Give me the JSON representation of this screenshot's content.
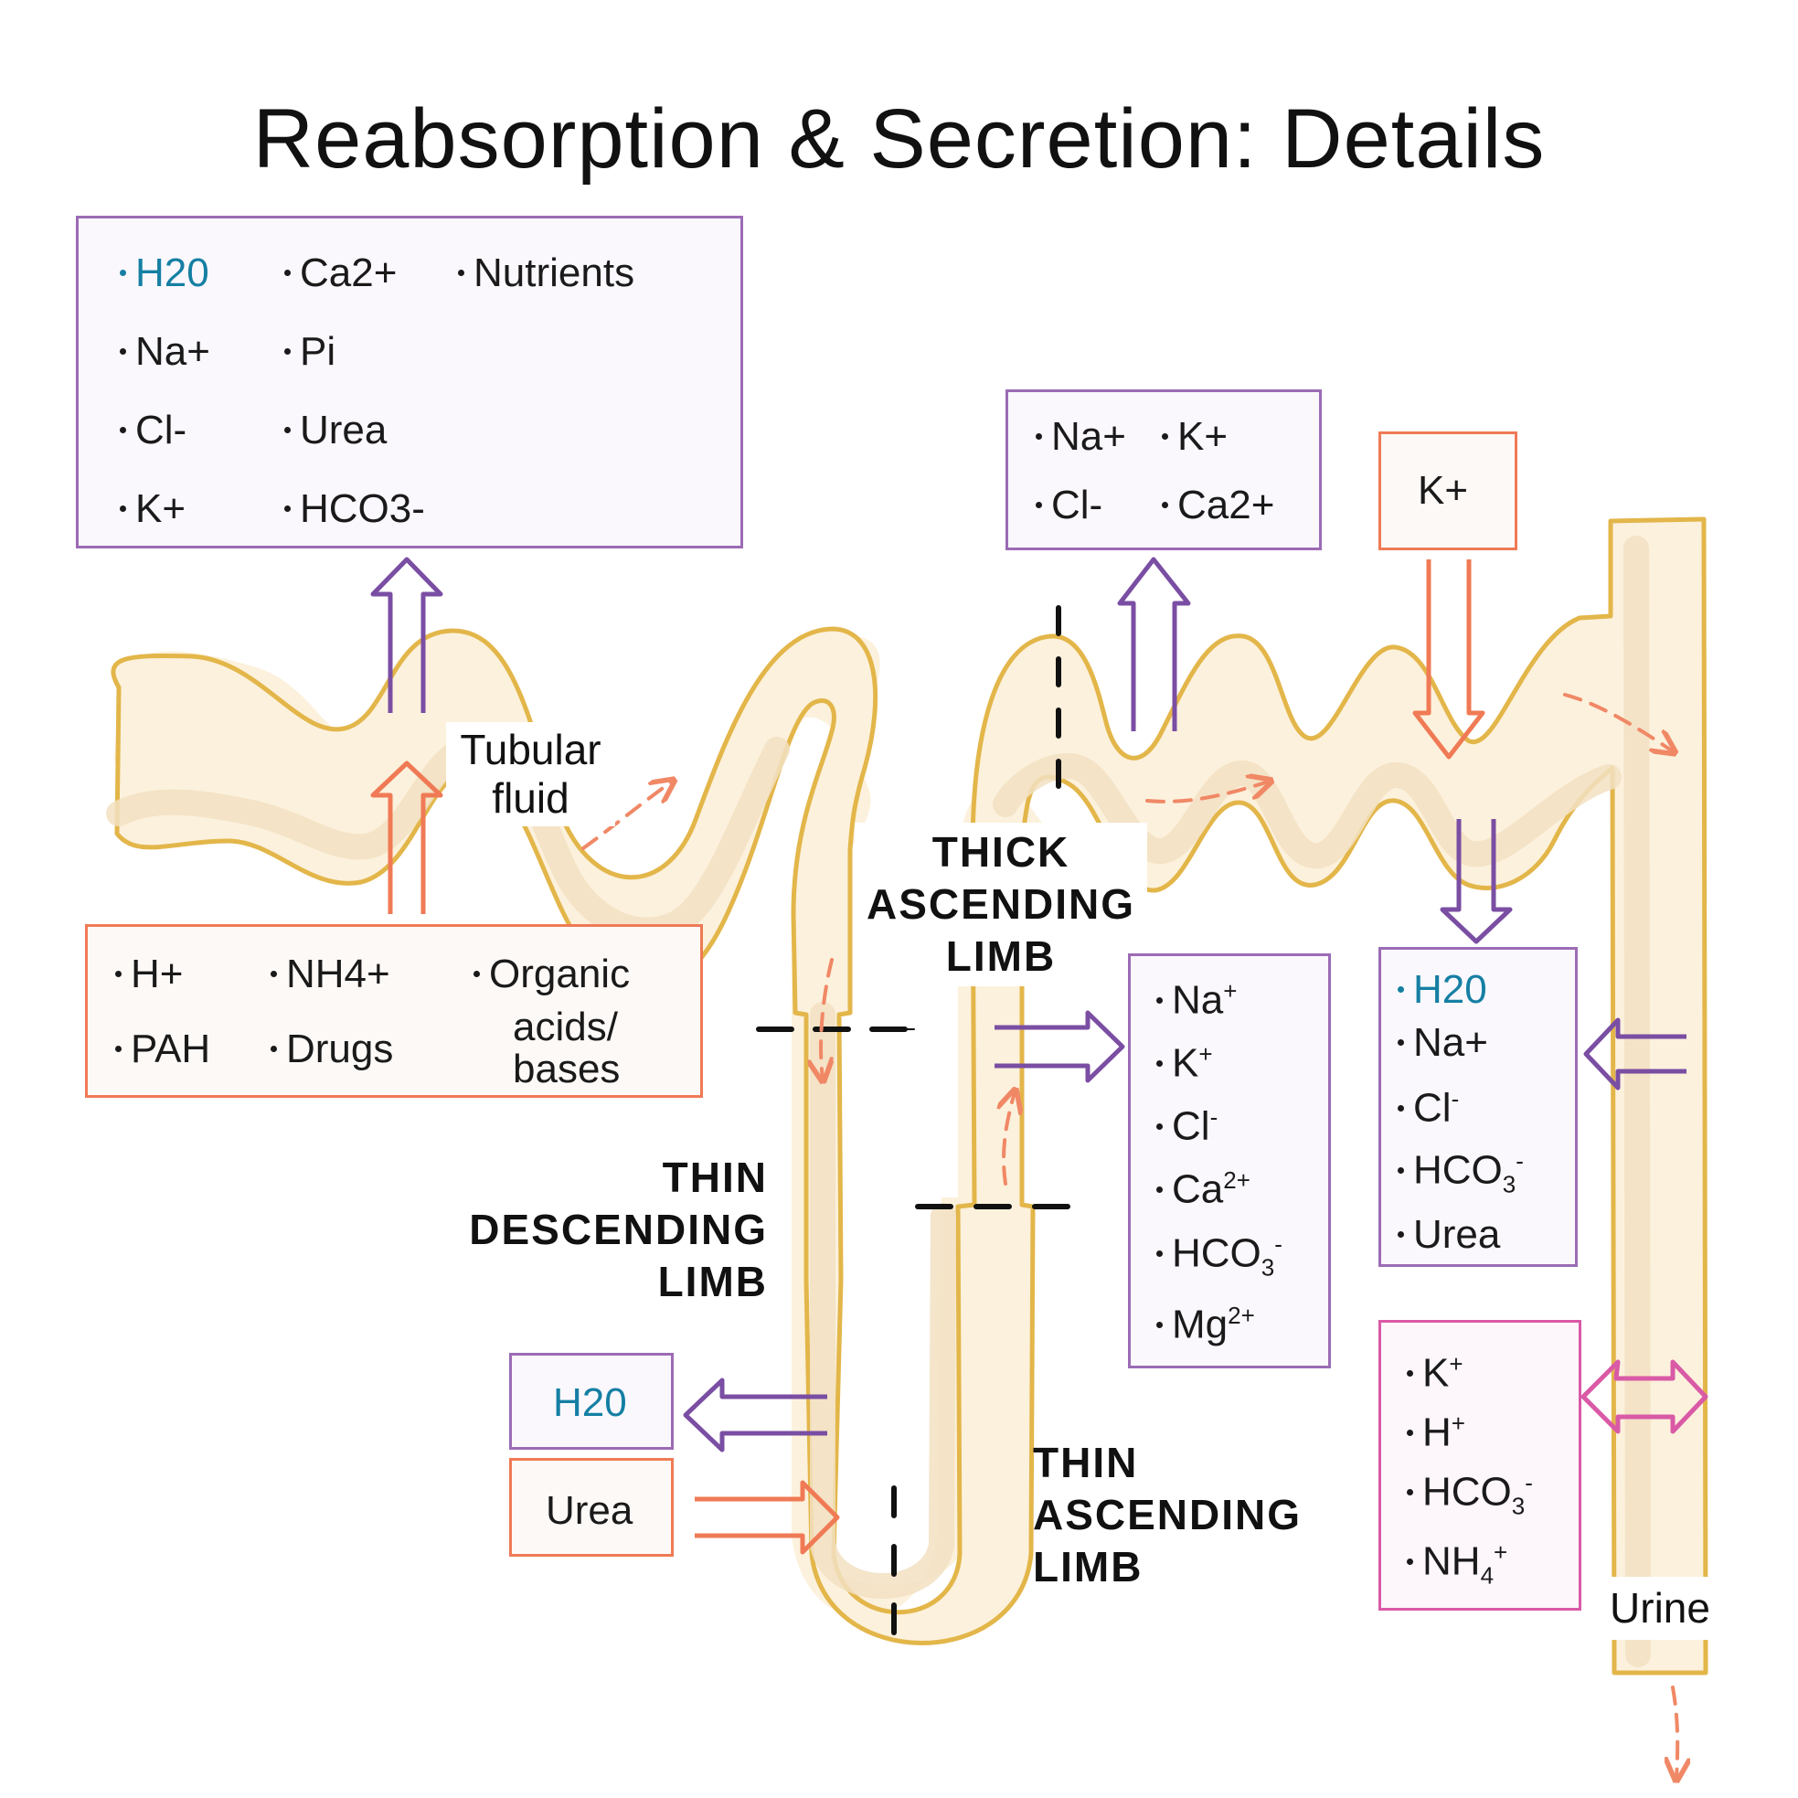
{
  "title": "Reabsorption & Secretion: Details",
  "labels": {
    "tubular_fluid": [
      "Tubular",
      "fluid"
    ],
    "urine": "Urine",
    "thick_ascending": [
      "THICK",
      "ASCENDING",
      "LIMB"
    ],
    "thin_descending": [
      "THIN",
      "DESCENDING",
      "LIMB"
    ],
    "thin_ascending": [
      "THIN",
      "ASCENDING",
      "LIMB"
    ]
  },
  "boxes": {
    "pct_reabsorb": [
      "H20",
      "Ca2+",
      "Nutrients",
      "Na+",
      "Pi",
      "Cl-",
      "Urea",
      "K+",
      "HCO3-"
    ],
    "pct_secrete": [
      "H+",
      "NH4+",
      "Organic",
      "acids/",
      "bases",
      "PAH",
      "Drugs"
    ],
    "tdl_water": "H20",
    "tdl_urea": "Urea",
    "tal_top": [
      "Na+",
      "K+",
      "Cl-",
      "Ca2+"
    ],
    "dct_secrete": "K+",
    "tal_side": {
      "na": "Na",
      "na_sup": "+",
      "k": "K",
      "k_sup": "+",
      "cl": "Cl",
      "cl_sup": "-",
      "ca": "Ca",
      "ca_sup": "2+",
      "hco": "HCO",
      "hco_sub": "3",
      "hco_sup": "-",
      "mg": "Mg",
      "mg_sup": "2+"
    },
    "cd_reabsorb": {
      "h2o": "H20",
      "na": "Na+",
      "cl": "Cl",
      "cl_sup": "-",
      "hco": "HCO",
      "hco_sub": "3",
      "hco_sup": "-",
      "urea": "Urea"
    },
    "cd_exchange": {
      "k": "K",
      "k_sup": "+",
      "h": "H",
      "h_sup": "+",
      "hco": "HCO",
      "hco_sub": "3",
      "hco_sup": "-",
      "nh": "NH",
      "nh_sub": "4",
      "nh_sup": "+"
    }
  },
  "colors": {
    "tubule_fill": "#fcf1dc",
    "tubule_stroke": "#e3b64a",
    "tubule_shade": "#f2e1c2",
    "reabsorb": "#7a4ea3",
    "secrete": "#ef7a55",
    "exchange": "#d95aa6",
    "flow": "#f08866",
    "water_text": "#157fa3"
  }
}
